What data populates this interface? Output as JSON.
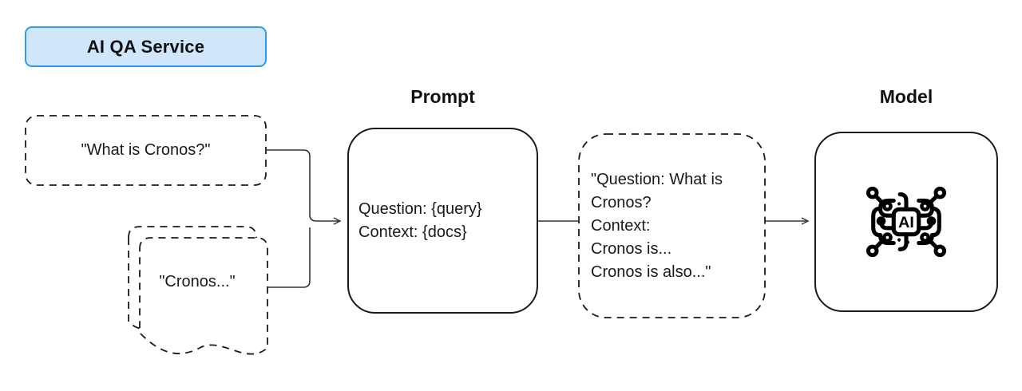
{
  "diagram": {
    "title_badge": {
      "label": "AI QA Service",
      "fill_color": "#cfe6fb",
      "border_color": "#3399ee"
    },
    "headings": {
      "prompt": "Prompt",
      "model": "Model"
    },
    "nodes": {
      "user_question": {
        "text": "\"What is Cronos?\"",
        "shape": "dashed-rounded-rectangle"
      },
      "documents": {
        "text": "\"Cronos...\"",
        "shape": "dashed-multi-document"
      },
      "prompt_template": {
        "line1": "Question: {query}",
        "line2": "Context: {docs}",
        "text": "Question: {query}\nContext: {docs}",
        "shape": "solid-rounded-rectangle"
      },
      "rendered_prompt": {
        "line1": "\"Question: What is",
        "line2": "Cronos?",
        "line3": "Context:",
        "line4": "Cronos is...",
        "line5": "Cronos is also...\"",
        "text": "\"Question: What is\nCronos?\nContext:\nCronos is...\nCronos is also...\"",
        "shape": "dashed-rounded-rectangle"
      },
      "model": {
        "icon": "ai-chip-brain-icon",
        "icon_label": "AI",
        "shape": "solid-rounded-rectangle"
      }
    },
    "edges": [
      {
        "from": "user_question",
        "to": "prompt_template",
        "arrowhead": true
      },
      {
        "from": "documents",
        "to": "prompt_template",
        "arrowhead": true
      },
      {
        "from": "prompt_template",
        "to": "rendered_prompt",
        "arrowhead": false
      },
      {
        "from": "rendered_prompt",
        "to": "model",
        "arrowhead": true
      }
    ],
    "colors": {
      "stroke": "#1a1a1a",
      "background": "#ffffff",
      "text": "#111111"
    }
  }
}
